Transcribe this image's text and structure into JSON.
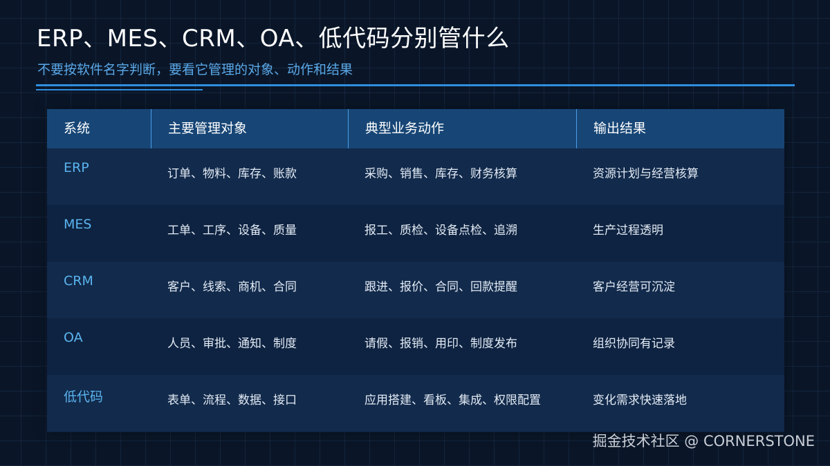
{
  "title": "ERP、MES、CRM、OA、低代码分别管什么",
  "subtitle": "不要按软件名字判断，要看它管理的对象、动作和结果",
  "table": {
    "headers": [
      "系统",
      "主要管理对象",
      "典型业务动作",
      "输出结果"
    ],
    "rows": [
      {
        "system": "ERP",
        "objects": "订单、物料、库存、账款",
        "actions": "采购、销售、库存、财务核算",
        "output": "资源计划与经营核算"
      },
      {
        "system": "MES",
        "objects": "工单、工序、设备、质量",
        "actions": "报工、质检、设备点检、追溯",
        "output": "生产过程透明"
      },
      {
        "system": "CRM",
        "objects": "客户、线索、商机、合同",
        "actions": "跟进、报价、合同、回款提醒",
        "output": "客户经营可沉淀"
      },
      {
        "system": "OA",
        "objects": "人员、审批、通知、制度",
        "actions": "请假、报销、用印、制度发布",
        "output": "组织协同有记录"
      },
      {
        "system": "低代码",
        "objects": "表单、流程、数据、接口",
        "actions": "应用搭建、看板、集成、权限配置",
        "output": "变化需求快速落地"
      }
    ]
  },
  "watermark": "掘金技术社区 @ CORNERSTONE",
  "colors": {
    "background": "#0a1628",
    "accent": "#2f8fe0",
    "header_bg": "#174676",
    "system_text": "#5ab4f0"
  }
}
